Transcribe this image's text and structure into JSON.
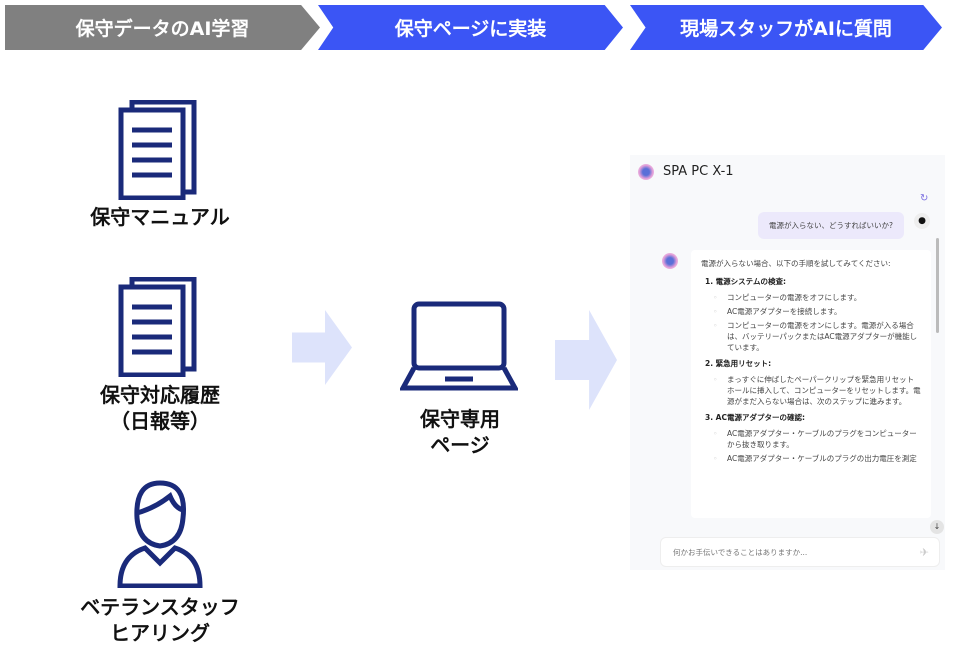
{
  "steps": [
    "保守データのAI学習",
    "保守ページに実装",
    "現場スタッフがAIに質問"
  ],
  "sources": {
    "manual": "保守マニュアル",
    "history_1": "保守対応履歴",
    "history_2": "（日報等）",
    "veteran_1": "ベテランスタッフ",
    "veteran_2": "ヒアリング"
  },
  "page": {
    "line1": "保守専用",
    "line2": "ページ"
  },
  "chat": {
    "title": "SPA PC X-1",
    "user_message": "電源が入らない、どうすればいいか?",
    "intro": "電源が入らない場合、以下の手順を試してみてください:",
    "sections": [
      {
        "heading": "1. 電源システムの検査:",
        "items": [
          "コンピューターの電源をオフにします。",
          "AC電源アダプターを接続します。",
          "コンピューターの電源をオンにします。電源が入る場合は、バッテリーパックまたはAC電源アダプターが機能しています。"
        ]
      },
      {
        "heading": "2. 緊急用リセット:",
        "items": [
          "まっすぐに伸ばしたペーパークリップを緊急用リセットホールに挿入して、コンピューターをリセットします。電源がまだ入らない場合は、次のステップに進みます。"
        ]
      },
      {
        "heading": "3. AC電源アダプターの確認:",
        "items": [
          "AC電源アダプター・ケーブルのプラグをコンピューターから抜き取ります。",
          "AC電源アダプター・ケーブルのプラグの出力電圧を測定"
        ]
      }
    ],
    "input_placeholder": "何かお手伝いできることはありますか..."
  }
}
